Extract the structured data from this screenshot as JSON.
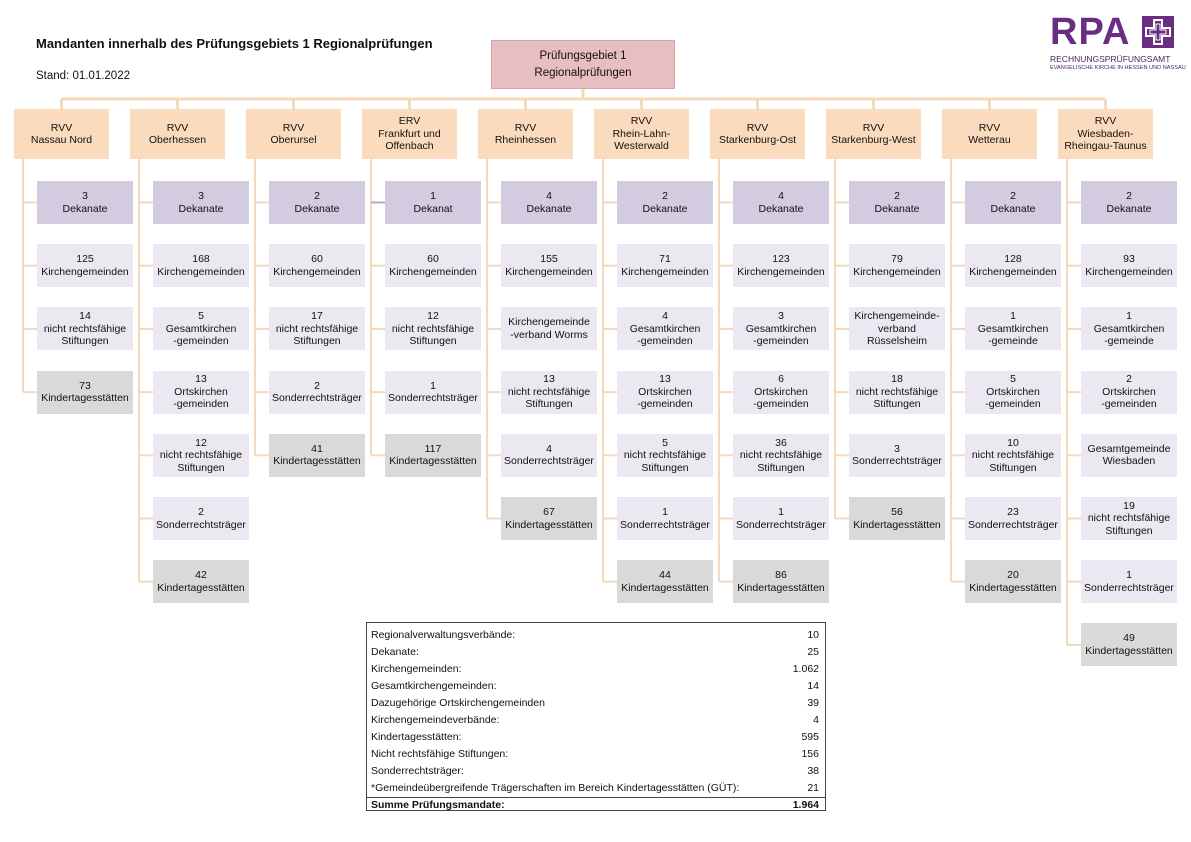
{
  "header": {
    "title": "Mandanten innerhalb des Prüfungsgebiets 1 Regionalprüfungen",
    "stand": "Stand: 01.01.2022"
  },
  "logo": {
    "text": "RPA",
    "line1": "RECHNUNGSPRÜFUNGSAMT",
    "line2": "EVANGELISCHE KIRCHE IN HESSEN UND NASSAU",
    "color": "#6b2c83",
    "icon": "cross-icon"
  },
  "root": {
    "lines": [
      "Prüfungsgebiet 1",
      "Regionalprüfungen"
    ]
  },
  "colors": {
    "root": "#e8bfc0",
    "rvv": "#fadbbd",
    "dekanate": "#d3cce0",
    "entity": "#ece8f1",
    "kita": "#d9d9d9",
    "connector": "#f4d9bd",
    "connector_purple": "#b4aac8"
  },
  "columns": [
    {
      "header": [
        "RVV",
        "Nassau Nord"
      ],
      "items": [
        {
          "type": "dek",
          "lines": [
            "3",
            "Dekanate"
          ]
        },
        {
          "type": "ent",
          "lines": [
            "125",
            "Kirchengemeinden"
          ]
        },
        {
          "type": "ent",
          "lines": [
            "14",
            "nicht rechtsfähige",
            "Stiftungen"
          ]
        },
        {
          "type": "kita",
          "lines": [
            "73",
            "Kindertagesstätten"
          ]
        }
      ]
    },
    {
      "header": [
        "RVV",
        "Oberhessen"
      ],
      "items": [
        {
          "type": "dek",
          "lines": [
            "3",
            "Dekanate"
          ]
        },
        {
          "type": "ent",
          "lines": [
            "168",
            "Kirchengemeinden"
          ]
        },
        {
          "type": "ent",
          "lines": [
            "5",
            "Gesamtkirchen",
            "-gemeinden"
          ]
        },
        {
          "type": "ent",
          "lines": [
            "13",
            "Ortskirchen",
            "-gemeinden"
          ]
        },
        {
          "type": "ent",
          "lines": [
            "12",
            "nicht rechtsfähige",
            "Stiftungen"
          ]
        },
        {
          "type": "ent",
          "lines": [
            "2",
            "Sonderrechtsträger"
          ]
        },
        {
          "type": "kita",
          "lines": [
            "42",
            "Kindertagesstätten"
          ]
        }
      ]
    },
    {
      "header": [
        "RVV",
        "Oberursel"
      ],
      "items": [
        {
          "type": "dek",
          "lines": [
            "2",
            "Dekanate"
          ]
        },
        {
          "type": "ent",
          "lines": [
            "60",
            "Kirchengemeinden"
          ]
        },
        {
          "type": "ent",
          "lines": [
            "17",
            "nicht rechtsfähige",
            "Stiftungen"
          ]
        },
        {
          "type": "ent",
          "lines": [
            "2",
            "Sonderrechtsträger"
          ]
        },
        {
          "type": "kita",
          "lines": [
            "41",
            "Kindertagesstätten"
          ]
        }
      ]
    },
    {
      "header": [
        "ERV",
        "Frankfurt und",
        "Offenbach"
      ],
      "items": [
        {
          "type": "dek",
          "lines": [
            "1",
            "Dekanat"
          ]
        },
        {
          "type": "ent",
          "lines": [
            "60",
            "Kirchengemeinden"
          ]
        },
        {
          "type": "ent",
          "lines": [
            "12",
            "nicht rechtsfähige",
            "Stiftungen"
          ]
        },
        {
          "type": "ent",
          "lines": [
            "1",
            "Sonderrechtsträger"
          ]
        },
        {
          "type": "kita",
          "lines": [
            "117",
            "Kindertagesstätten"
          ]
        }
      ]
    },
    {
      "header": [
        "RVV",
        "Rheinhessen"
      ],
      "items": [
        {
          "type": "dek",
          "lines": [
            "4",
            "Dekanate"
          ]
        },
        {
          "type": "ent",
          "lines": [
            "155",
            "Kirchengemeinden"
          ]
        },
        {
          "type": "ent",
          "lines": [
            "Kirchengemeinde",
            "-verband Worms"
          ]
        },
        {
          "type": "ent",
          "lines": [
            "13",
            "nicht rechtsfähige",
            "Stiftungen"
          ]
        },
        {
          "type": "ent",
          "lines": [
            "4",
            "Sonderrechtsträger"
          ]
        },
        {
          "type": "kita",
          "lines": [
            "67",
            "Kindertagesstätten"
          ]
        }
      ]
    },
    {
      "header": [
        "RVV",
        "Rhein-Lahn-",
        "Westerwald"
      ],
      "items": [
        {
          "type": "dek",
          "lines": [
            "2",
            "Dekanate"
          ]
        },
        {
          "type": "ent",
          "lines": [
            "71",
            "Kirchengemeinden"
          ]
        },
        {
          "type": "ent",
          "lines": [
            "4",
            "Gesamtkirchen",
            "-gemeinden"
          ]
        },
        {
          "type": "ent",
          "lines": [
            "13",
            "Ortskirchen",
            "-gemeinden"
          ]
        },
        {
          "type": "ent",
          "lines": [
            "5",
            "nicht rechtsfähige",
            "Stiftungen"
          ]
        },
        {
          "type": "ent",
          "lines": [
            "1",
            "Sonderrechtsträger"
          ]
        },
        {
          "type": "kita",
          "lines": [
            "44",
            "Kindertagesstätten"
          ]
        }
      ]
    },
    {
      "header": [
        "RVV",
        "Starkenburg-Ost"
      ],
      "items": [
        {
          "type": "dek",
          "lines": [
            "4",
            "Dekanate"
          ]
        },
        {
          "type": "ent",
          "lines": [
            "123",
            "Kirchengemeinden"
          ]
        },
        {
          "type": "ent",
          "lines": [
            "3",
            "Gesamtkirchen",
            "-gemeinden"
          ]
        },
        {
          "type": "ent",
          "lines": [
            "6",
            "Ortskirchen",
            "-gemeinden"
          ]
        },
        {
          "type": "ent",
          "lines": [
            "36",
            "nicht rechtsfähige",
            "Stiftungen"
          ]
        },
        {
          "type": "ent",
          "lines": [
            "1",
            "Sonderrechtsträger"
          ]
        },
        {
          "type": "kita",
          "lines": [
            "86",
            "Kindertagesstätten"
          ]
        }
      ]
    },
    {
      "header": [
        "RVV",
        "Starkenburg-West"
      ],
      "items": [
        {
          "type": "dek",
          "lines": [
            "2",
            "Dekanate"
          ]
        },
        {
          "type": "ent",
          "lines": [
            "79",
            "Kirchengemeinden"
          ]
        },
        {
          "type": "ent",
          "lines": [
            "Kirchengemeinde-",
            "verband",
            "Rüsselsheim"
          ]
        },
        {
          "type": "ent",
          "lines": [
            "18",
            "nicht rechtsfähige",
            "Stiftungen"
          ]
        },
        {
          "type": "ent",
          "lines": [
            "3",
            "Sonderrechtsträger"
          ]
        },
        {
          "type": "kita",
          "lines": [
            "56",
            "Kindertagesstätten"
          ]
        }
      ]
    },
    {
      "header": [
        "RVV",
        "Wetterau"
      ],
      "items": [
        {
          "type": "dek",
          "lines": [
            "2",
            "Dekanate"
          ]
        },
        {
          "type": "ent",
          "lines": [
            "128",
            "Kirchengemeinden"
          ]
        },
        {
          "type": "ent",
          "lines": [
            "1",
            "Gesamtkirchen",
            "-gemeinde"
          ]
        },
        {
          "type": "ent",
          "lines": [
            "5",
            "Ortskirchen",
            "-gemeinden"
          ]
        },
        {
          "type": "ent",
          "lines": [
            "10",
            "nicht rechtsfähige",
            "Stiftungen"
          ]
        },
        {
          "type": "ent",
          "lines": [
            "23",
            "Sonderrechtsträger"
          ]
        },
        {
          "type": "kita",
          "lines": [
            "20",
            "Kindertagesstätten"
          ]
        }
      ]
    },
    {
      "header": [
        "RVV",
        "Wiesbaden-",
        "Rheingau-Taunus"
      ],
      "items": [
        {
          "type": "dek",
          "lines": [
            "2",
            "Dekanate"
          ]
        },
        {
          "type": "ent",
          "lines": [
            "93",
            "Kirchengemeinden"
          ]
        },
        {
          "type": "ent",
          "lines": [
            "1",
            "Gesamtkirchen",
            "-gemeinde"
          ]
        },
        {
          "type": "ent",
          "lines": [
            "2",
            "Ortskirchen",
            "-gemeinden"
          ]
        },
        {
          "type": "ent",
          "lines": [
            "Gesamtgemeinde",
            "Wiesbaden"
          ]
        },
        {
          "type": "ent",
          "lines": [
            "19",
            "nicht rechtsfähige",
            "Stiftungen"
          ]
        },
        {
          "type": "ent",
          "lines": [
            "1",
            "Sonderrechtsträger"
          ]
        },
        {
          "type": "kita",
          "lines": [
            "49",
            "Kindertagesstätten"
          ]
        }
      ]
    }
  ],
  "summary": {
    "rows": [
      {
        "label": "Regionalverwaltungsverbände:",
        "value": "10"
      },
      {
        "label": "Dekanate:",
        "value": "25"
      },
      {
        "label": "Kirchengemeinden:",
        "value": "1.062"
      },
      {
        "label": "Gesamtkirchengemeinden:",
        "value": "14"
      },
      {
        "label": "Dazugehörige Ortskirchengemeinden",
        "value": "39"
      },
      {
        "label": "Kirchengemeindeverbände:",
        "value": "4"
      },
      {
        "label": "Kindertagesstätten:",
        "value": "595"
      },
      {
        "label": "Nicht rechtsfähige Stiftungen:",
        "value": "156"
      },
      {
        "label": "Sonderrechtsträger:",
        "value": "38"
      },
      {
        "label": "*Gemeindeübergreifende Trägerschaften im Bereich Kindertagesstätten (GÜT):",
        "value": "21"
      }
    ],
    "total": {
      "label": "Summe Prüfungsmandate:",
      "value": "1.964"
    }
  }
}
